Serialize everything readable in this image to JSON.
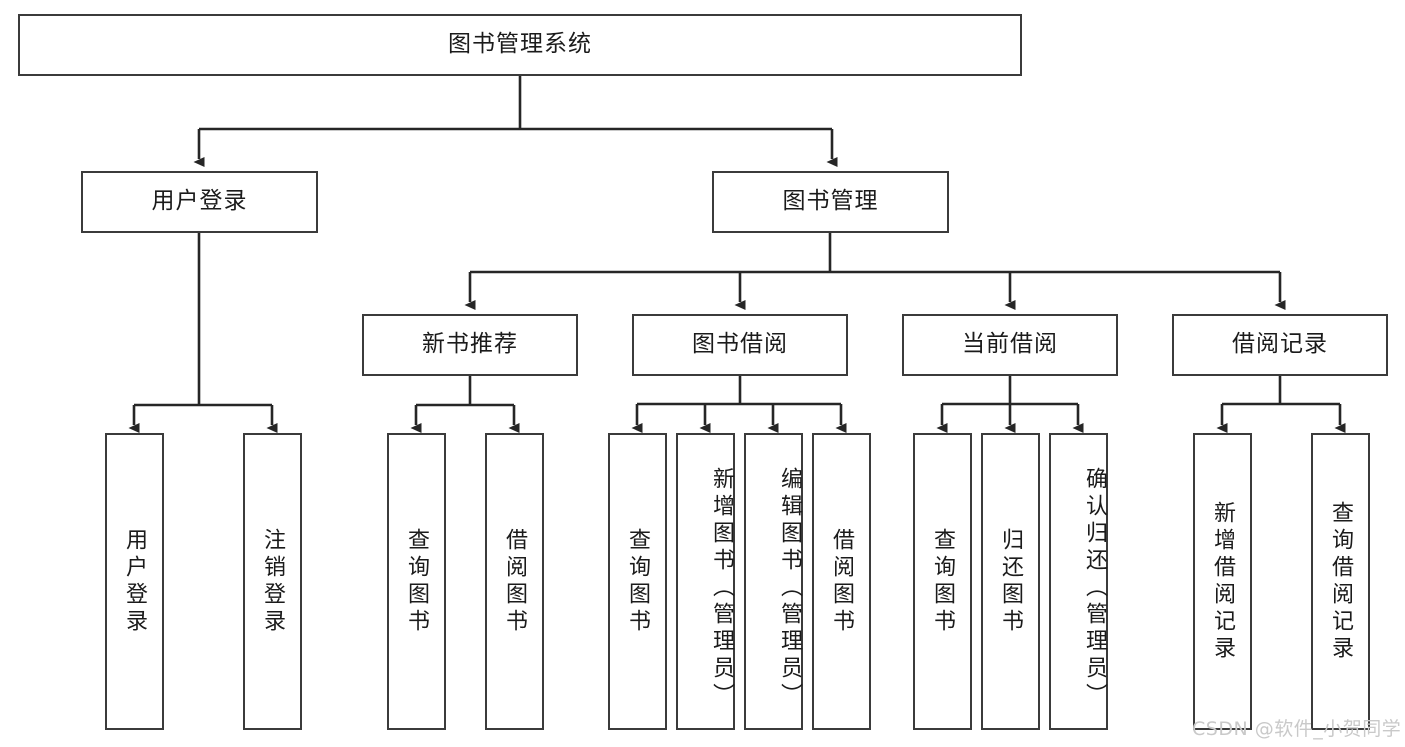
{
  "diagram": {
    "title": "图书管理系统",
    "type": "tree-hierarchy-chart",
    "colors": {
      "box_border": "#3b3b3b",
      "box_fill": "#ffffff",
      "edge": "#262626",
      "text": "#1b1b1b",
      "watermark": "#c9c9c9"
    },
    "root": {
      "id": "root",
      "label": "图书管理系统",
      "orientation": "horizontal"
    },
    "level2": [
      {
        "id": "user-login",
        "label": "用户登录",
        "orientation": "horizontal"
      },
      {
        "id": "book-manage",
        "label": "图书管理",
        "orientation": "horizontal"
      }
    ],
    "level3": [
      {
        "id": "new-book-recommend",
        "label": "新书推荐",
        "orientation": "horizontal",
        "parent": "book-manage"
      },
      {
        "id": "book-borrow",
        "label": "图书借阅",
        "orientation": "horizontal",
        "parent": "book-manage"
      },
      {
        "id": "current-borrow",
        "label": "当前借阅",
        "orientation": "horizontal",
        "parent": "book-manage"
      },
      {
        "id": "borrow-record",
        "label": "借阅记录",
        "orientation": "horizontal",
        "parent": "book-manage"
      }
    ],
    "leaves": [
      {
        "id": "leaf-user-login",
        "label": "用户登录",
        "orientation": "vertical",
        "parent": "user-login"
      },
      {
        "id": "leaf-logout-login",
        "label": "注销登录",
        "orientation": "vertical",
        "parent": "user-login"
      },
      {
        "id": "leaf-query-book-1",
        "label": "查询图书",
        "orientation": "vertical",
        "parent": "new-book-recommend"
      },
      {
        "id": "leaf-borrow-book-1",
        "label": "借阅图书",
        "orientation": "vertical",
        "parent": "new-book-recommend"
      },
      {
        "id": "leaf-query-book-2",
        "label": "查询图书",
        "orientation": "vertical",
        "parent": "book-borrow"
      },
      {
        "id": "leaf-add-book",
        "label": "新增图书（管理员）",
        "orientation": "vertical",
        "parent": "book-borrow"
      },
      {
        "id": "leaf-edit-book",
        "label": "编辑图书（管理员）",
        "orientation": "vertical",
        "parent": "book-borrow"
      },
      {
        "id": "leaf-borrow-book-2",
        "label": "借阅图书",
        "orientation": "vertical",
        "parent": "book-borrow"
      },
      {
        "id": "leaf-query-book-3",
        "label": "查询图书",
        "orientation": "vertical",
        "parent": "current-borrow"
      },
      {
        "id": "leaf-return-book",
        "label": "归还图书",
        "orientation": "vertical",
        "parent": "current-borrow"
      },
      {
        "id": "leaf-confirm-return",
        "label": "确认归还（管理员）",
        "orientation": "vertical",
        "parent": "current-borrow"
      },
      {
        "id": "leaf-add-record",
        "label": "新增借阅记录",
        "orientation": "vertical",
        "parent": "borrow-record"
      },
      {
        "id": "leaf-query-record",
        "label": "查询借阅记录",
        "orientation": "vertical",
        "parent": "borrow-record"
      }
    ],
    "watermark": "CSDN @软件_小贺同学"
  }
}
